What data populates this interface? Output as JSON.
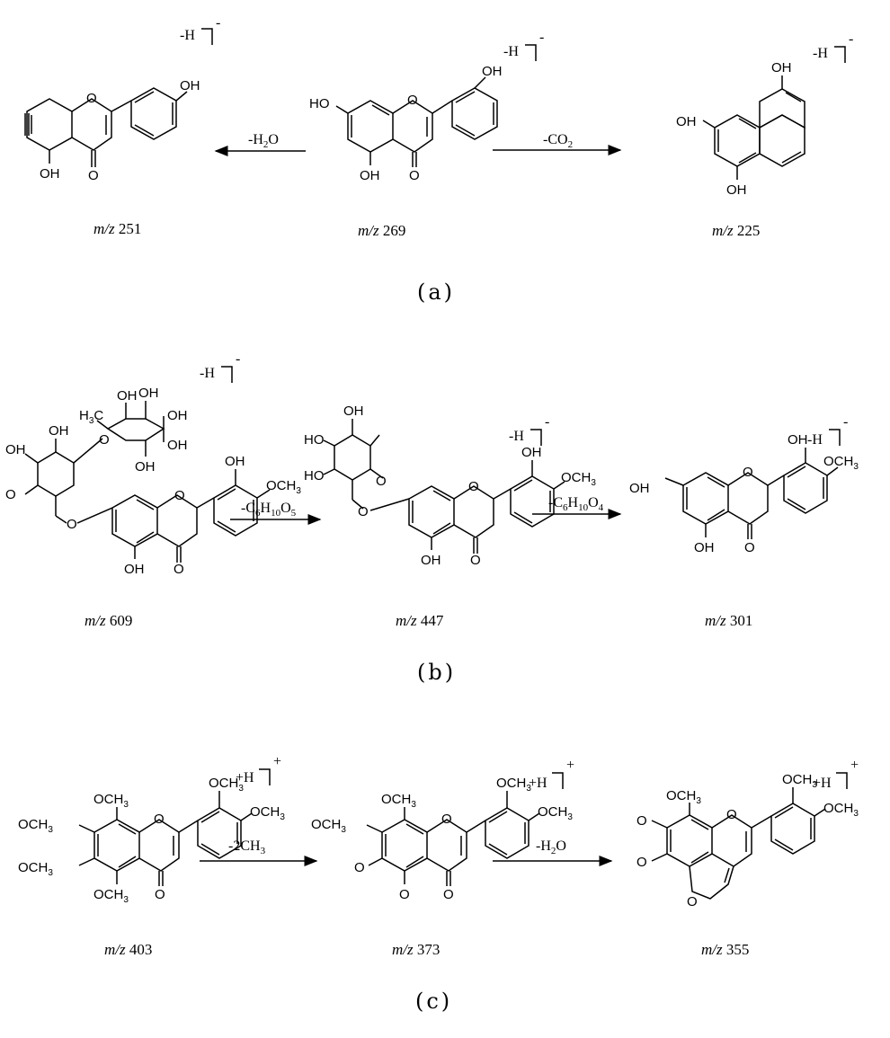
{
  "panels": [
    {
      "label": "(a)",
      "molecules": [
        {
          "mz_prefix": "m/z",
          "mz_value": "251",
          "ion": "-H",
          "charge": "-",
          "substituents": {
            "oh_4p": "OH",
            "oh_5": "OH",
            "carbonyl": "O",
            "ring_o": "O"
          }
        },
        {
          "mz_prefix": "m/z",
          "mz_value": "269",
          "ion": "-H",
          "charge": "-",
          "substituents": {
            "oh_7": "HO",
            "oh_4p": "OH",
            "oh_5": "OH",
            "carbonyl": "O",
            "ring_o": "O"
          }
        },
        {
          "mz_prefix": "m/z",
          "mz_value": "225",
          "ion": "-H",
          "charge": "-",
          "substituents": {
            "oh_a": "OH",
            "oh_b": "OH",
            "oh_c": "OH"
          }
        }
      ],
      "arrows": [
        {
          "label_main": "-H",
          "label_sub": "2",
          "label_tail": "O"
        },
        {
          "label_main": "-CO",
          "label_sub": "2",
          "label_tail": ""
        }
      ]
    },
    {
      "label": "(b)",
      "molecules": [
        {
          "mz_prefix": "m/z",
          "mz_value": "609",
          "ion": "-H",
          "charge": "-",
          "substituents": {
            "methyl": "H3C",
            "oh1": "OH",
            "oh2": "OH",
            "oh3": "OH",
            "oh4": "OH",
            "oh5": "OH",
            "oh6": "OH",
            "oh7": "OH",
            "ring_o": "O",
            "ether_o": "O",
            "link_o": "O",
            "oh_3p": "OH",
            "och3": "OCH3",
            "oh_5": "OH",
            "carbonyl": "O",
            "o_gly": "O"
          }
        },
        {
          "mz_prefix": "m/z",
          "mz_value": "447",
          "ion": "-H",
          "charge": "-",
          "substituents": {
            "oh1": "OH",
            "oh2": "HO",
            "oh3": "HO",
            "ring_o": "O",
            "o_gly": "O",
            "oh_3p": "OH",
            "och3": "OCH3",
            "oh_5": "OH",
            "carbonyl": "O",
            "ring_o2": "O"
          }
        },
        {
          "mz_prefix": "m/z",
          "mz_value": "301",
          "ion": "-H",
          "charge": "-",
          "substituents": {
            "oh_7": "OH",
            "oh_3p": "OH",
            "och3": "OCH3",
            "oh_5": "OH",
            "carbonyl": "O",
            "ring_o": "O"
          }
        }
      ],
      "arrows": [
        {
          "label_main": "-C",
          "sub1": "6",
          "mid": "H",
          "sub2": "10",
          "tail": "O",
          "sub3": "5"
        },
        {
          "label_main": "-C",
          "sub1": "6",
          "mid": "H",
          "sub2": "10",
          "tail": "O",
          "sub3": "4"
        }
      ]
    },
    {
      "label": "(c)",
      "molecules": [
        {
          "mz_prefix": "m/z",
          "mz_value": "403",
          "ion": "+H",
          "charge": "+",
          "substituents": {
            "och3_3p": "OCH3",
            "och3_4p": "OCH3",
            "och3_8": "OCH3",
            "och3_7": "OCH3",
            "och3_6": "OCH3",
            "och3_5": "OCH3",
            "carbonyl": "O",
            "ring_o": "O"
          }
        },
        {
          "mz_prefix": "m/z",
          "mz_value": "373",
          "ion": "+H",
          "charge": "+",
          "substituents": {
            "och3_3p": "OCH3",
            "och3_4p": "OCH3",
            "och3_8": "OCH3",
            "och3_7": "OCH3",
            "o_6": "O",
            "o_5": "O",
            "carbonyl": "O",
            "ring_o": "O"
          }
        },
        {
          "mz_prefix": "m/z",
          "mz_value": "355",
          "ion": "+H",
          "charge": "+",
          "substituents": {
            "och3_3p": "OCH3",
            "och3_4p": "OCH3",
            "och3_8": "OCH3",
            "o_7": "O",
            "o_6": "O",
            "furan_o": "O",
            "ring_o": "O"
          }
        }
      ],
      "arrows": [
        {
          "label_main": "-2CH",
          "label_sub": "3",
          "label_tail": ""
        },
        {
          "label_main": "-H",
          "label_sub": "2",
          "label_tail": "O"
        }
      ]
    }
  ]
}
